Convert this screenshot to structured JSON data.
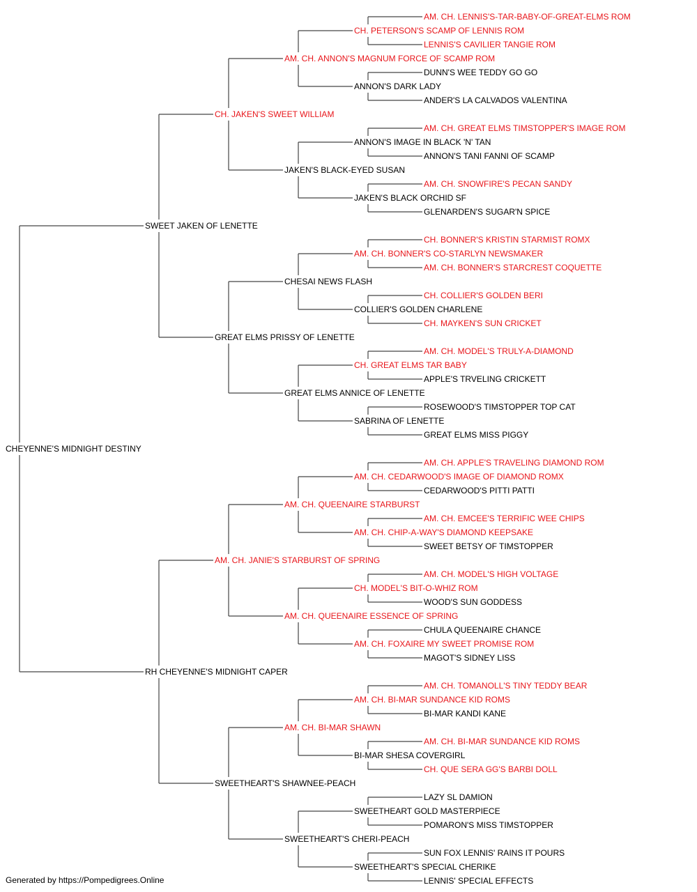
{
  "colors": {
    "champion": "#e8161b",
    "regular": "#000000",
    "line": "#444444"
  },
  "root": {
    "name": "CHEYENNE'S MIDNIGHT DESTINY",
    "ch": false,
    "sire": {
      "name": "SWEET JAKEN OF LENETTE",
      "ch": false,
      "sire": {
        "name": "CH. JAKEN'S SWEET WILLIAM",
        "ch": true,
        "sire": {
          "name": "AM. CH. ANNON'S MAGNUM FORCE OF SCAMP ROM",
          "ch": true,
          "sire": {
            "name": "CH. PETERSON'S SCAMP OF LENNIS ROM",
            "ch": true,
            "sire": {
              "name": "AM. CH. LENNIS'S-TAR-BABY-OF-GREAT-ELMS ROM",
              "ch": true
            },
            "dam": {
              "name": "LENNIS'S CAVILIER TANGIE ROM",
              "ch": true
            }
          },
          "dam": {
            "name": "ANNON'S DARK LADY",
            "ch": false,
            "sire": {
              "name": "DUNN'S WEE TEDDY GO GO",
              "ch": false
            },
            "dam": {
              "name": "ANDER'S LA CALVADOS VALENTINA",
              "ch": false
            }
          }
        },
        "dam": {
          "name": "JAKEN'S BLACK-EYED SUSAN",
          "ch": false,
          "sire": {
            "name": "ANNON'S IMAGE IN BLACK 'N' TAN",
            "ch": false,
            "sire": {
              "name": "AM. CH. GREAT ELMS TIMSTOPPER'S IMAGE ROM",
              "ch": true
            },
            "dam": {
              "name": "ANNON'S TANI FANNI OF SCAMP",
              "ch": false
            }
          },
          "dam": {
            "name": "JAKEN'S BLACK ORCHID SF",
            "ch": false,
            "sire": {
              "name": "AM. CH. SNOWFIRE'S PECAN SANDY",
              "ch": true
            },
            "dam": {
              "name": "GLENARDEN'S SUGAR'N SPICE",
              "ch": false
            }
          }
        }
      },
      "dam": {
        "name": "GREAT ELMS PRISSY OF LENETTE",
        "ch": false,
        "sire": {
          "name": "CHESAI NEWS FLASH",
          "ch": false,
          "sire": {
            "name": "AM. CH. BONNER'S CO-STARLYN NEWSMAKER",
            "ch": true,
            "sire": {
              "name": "CH. BONNER'S KRISTIN STARMIST ROMX",
              "ch": true
            },
            "dam": {
              "name": "AM. CH. BONNER'S STARCREST COQUETTE",
              "ch": true
            }
          },
          "dam": {
            "name": "COLLIER'S GOLDEN CHARLENE",
            "ch": false,
            "sire": {
              "name": "CH. COLLIER'S GOLDEN BERI",
              "ch": true
            },
            "dam": {
              "name": "CH. MAYKEN'S SUN CRICKET",
              "ch": true
            }
          }
        },
        "dam": {
          "name": "GREAT ELMS ANNICE OF LENETTE",
          "ch": false,
          "sire": {
            "name": "CH. GREAT ELMS TAR BABY",
            "ch": true,
            "sire": {
              "name": "AM. CH. MODEL'S TRULY-A-DIAMOND",
              "ch": true
            },
            "dam": {
              "name": "APPLE'S TRVELING CRICKETT",
              "ch": false
            }
          },
          "dam": {
            "name": "SABRINA OF LENETTE",
            "ch": false,
            "sire": {
              "name": "ROSEWOOD'S TIMSTOPPER TOP CAT",
              "ch": false
            },
            "dam": {
              "name": "GREAT ELMS MISS PIGGY",
              "ch": false
            }
          }
        }
      }
    },
    "dam": {
      "name": "RH CHEYENNE'S MIDNIGHT CAPER",
      "ch": false,
      "sire": {
        "name": "AM. CH. JANIE'S STARBURST OF SPRING",
        "ch": true,
        "sire": {
          "name": "AM. CH. QUEENAIRE STARBURST",
          "ch": true,
          "sire": {
            "name": "AM. CH. CEDARWOOD'S IMAGE OF DIAMOND ROMX",
            "ch": true,
            "sire": {
              "name": "AM. CH. APPLE'S TRAVELING DIAMOND ROM",
              "ch": true
            },
            "dam": {
              "name": "CEDARWOOD'S PITTI PATTI",
              "ch": false
            }
          },
          "dam": {
            "name": "AM. CH. CHIP-A-WAY'S DIAMOND KEEPSAKE",
            "ch": true,
            "sire": {
              "name": "AM. CH. EMCEE'S TERRIFIC WEE CHIPS",
              "ch": true
            },
            "dam": {
              "name": "SWEET BETSY OF TIMSTOPPER",
              "ch": false
            }
          }
        },
        "dam": {
          "name": "AM. CH. QUEENAIRE ESSENCE OF SPRING",
          "ch": true,
          "sire": {
            "name": "CH. MODEL'S BIT-O-WHIZ ROM",
            "ch": true,
            "sire": {
              "name": "AM. CH. MODEL'S HIGH VOLTAGE",
              "ch": true
            },
            "dam": {
              "name": "WOOD'S SUN GODDESS",
              "ch": false
            }
          },
          "dam": {
            "name": "AM. CH. FOXAIRE MY SWEET PROMISE ROM",
            "ch": true,
            "sire": {
              "name": "CHULA QUEENAIRE CHANCE",
              "ch": false
            },
            "dam": {
              "name": "MAGOT'S SIDNEY LISS",
              "ch": false
            }
          }
        }
      },
      "dam": {
        "name": "SWEETHEART'S SHAWNEE-PEACH",
        "ch": false,
        "sire": {
          "name": "AM. CH. BI-MAR SHAWN",
          "ch": true,
          "sire": {
            "name": "AM. CH. BI-MAR SUNDANCE KID ROMS",
            "ch": true,
            "sire": {
              "name": "AM. CH. TOMANOLL'S TINY TEDDY BEAR",
              "ch": true
            },
            "dam": {
              "name": "BI-MAR KANDI KANE",
              "ch": false
            }
          },
          "dam": {
            "name": "BI-MAR SHESA COVERGIRL",
            "ch": false,
            "sire": {
              "name": "AM. CH. BI-MAR SUNDANCE KID ROMS",
              "ch": true
            },
            "dam": {
              "name": "CH. QUE SERA GG'S BARBI DOLL",
              "ch": true
            }
          }
        },
        "dam": {
          "name": "SWEETHEART'S CHERI-PEACH",
          "ch": false,
          "sire": {
            "name": "SWEETHEART GOLD MASTERPIECE",
            "ch": false,
            "sire": {
              "name": "LAZY SL DAMION",
              "ch": false
            },
            "dam": {
              "name": "POMARON'S MISS TIMSTOPPER",
              "ch": false
            }
          },
          "dam": {
            "name": "SWEETHEART'S SPECIAL CHERIKE",
            "ch": false,
            "sire": {
              "name": "SUN FOX LENNIS' RAINS IT POURS",
              "ch": false
            },
            "dam": {
              "name": "LENNIS' SPECIAL EFFECTS",
              "ch": false
            }
          }
        }
      }
    }
  },
  "footer": {
    "text": "Generated by https://Pompedigrees.Online"
  }
}
